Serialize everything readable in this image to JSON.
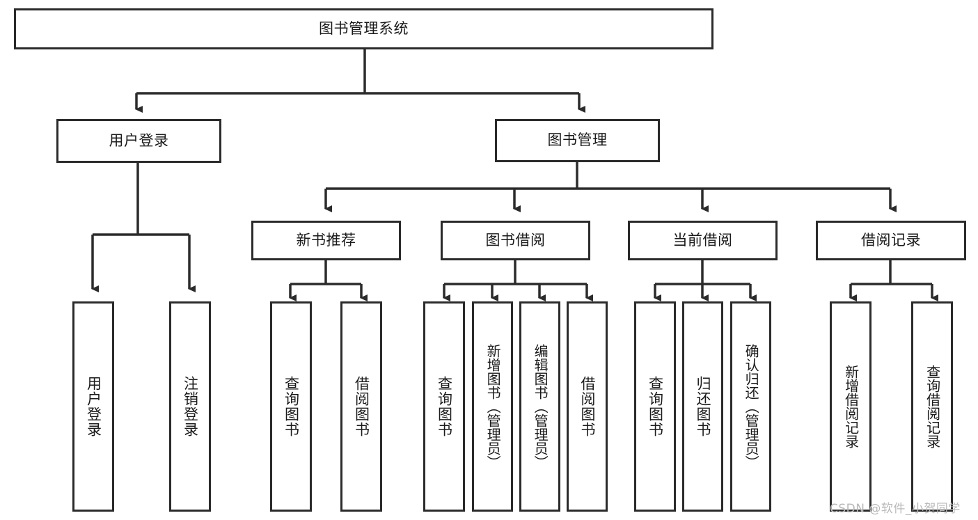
{
  "diagram": {
    "title": "图书管理系统",
    "type": "tree-hierarchy-diagram",
    "root": {
      "id": "root",
      "label": "图书管理系统",
      "orientation": "horizontal"
    },
    "level2": [
      {
        "id": "user-login",
        "label": "用户登录",
        "orientation": "horizontal"
      },
      {
        "id": "book-manage",
        "label": "图书管理",
        "orientation": "horizontal"
      }
    ],
    "level3": [
      {
        "id": "new-book-recommend",
        "label": "新书推荐",
        "orientation": "horizontal",
        "parent": "book-manage"
      },
      {
        "id": "book-borrow",
        "label": "图书借阅",
        "orientation": "horizontal",
        "parent": "book-manage"
      },
      {
        "id": "current-borrow",
        "label": "当前借阅",
        "orientation": "horizontal",
        "parent": "book-manage"
      },
      {
        "id": "borrow-record",
        "label": "借阅记录",
        "orientation": "horizontal",
        "parent": "book-manage"
      }
    ],
    "leaves": [
      {
        "id": "leaf-user-login",
        "label": "用户登录",
        "parent": "user-login",
        "orientation": "vertical"
      },
      {
        "id": "leaf-user-logout",
        "label": "注销登录",
        "parent": "user-login",
        "orientation": "vertical"
      },
      {
        "id": "leaf-query-book-1",
        "label": "查询图书",
        "parent": "new-book-recommend",
        "orientation": "vertical"
      },
      {
        "id": "leaf-borrow-book-1",
        "label": "借阅图书",
        "parent": "new-book-recommend",
        "orientation": "vertical"
      },
      {
        "id": "leaf-query-book-2",
        "label": "查询图书",
        "parent": "book-borrow",
        "orientation": "vertical"
      },
      {
        "id": "leaf-add-book",
        "label": "新增图书（管理员）",
        "parent": "book-borrow",
        "orientation": "vertical"
      },
      {
        "id": "leaf-edit-book",
        "label": "编辑图书（管理员）",
        "parent": "book-borrow",
        "orientation": "vertical"
      },
      {
        "id": "leaf-borrow-book-2",
        "label": "借阅图书",
        "parent": "book-borrow",
        "orientation": "vertical"
      },
      {
        "id": "leaf-query-book-3",
        "label": "查询图书",
        "parent": "current-borrow",
        "orientation": "vertical"
      },
      {
        "id": "leaf-return-book",
        "label": "归还图书",
        "parent": "current-borrow",
        "orientation": "vertical"
      },
      {
        "id": "leaf-confirm-return",
        "label": "确认归还（管理员）",
        "parent": "current-borrow",
        "orientation": "vertical"
      },
      {
        "id": "leaf-add-record",
        "label": "新增借阅记录",
        "parent": "borrow-record",
        "orientation": "vertical"
      },
      {
        "id": "leaf-query-record",
        "label": "查询借阅记录",
        "parent": "borrow-record",
        "orientation": "vertical"
      }
    ]
  },
  "watermark": {
    "text": "CSDN @软件_小贺同学"
  },
  "colors": {
    "stroke": "#2b2b2b",
    "fill": "#ffffff",
    "text": "#1a1a1a",
    "watermark": "#b9b9b9"
  }
}
